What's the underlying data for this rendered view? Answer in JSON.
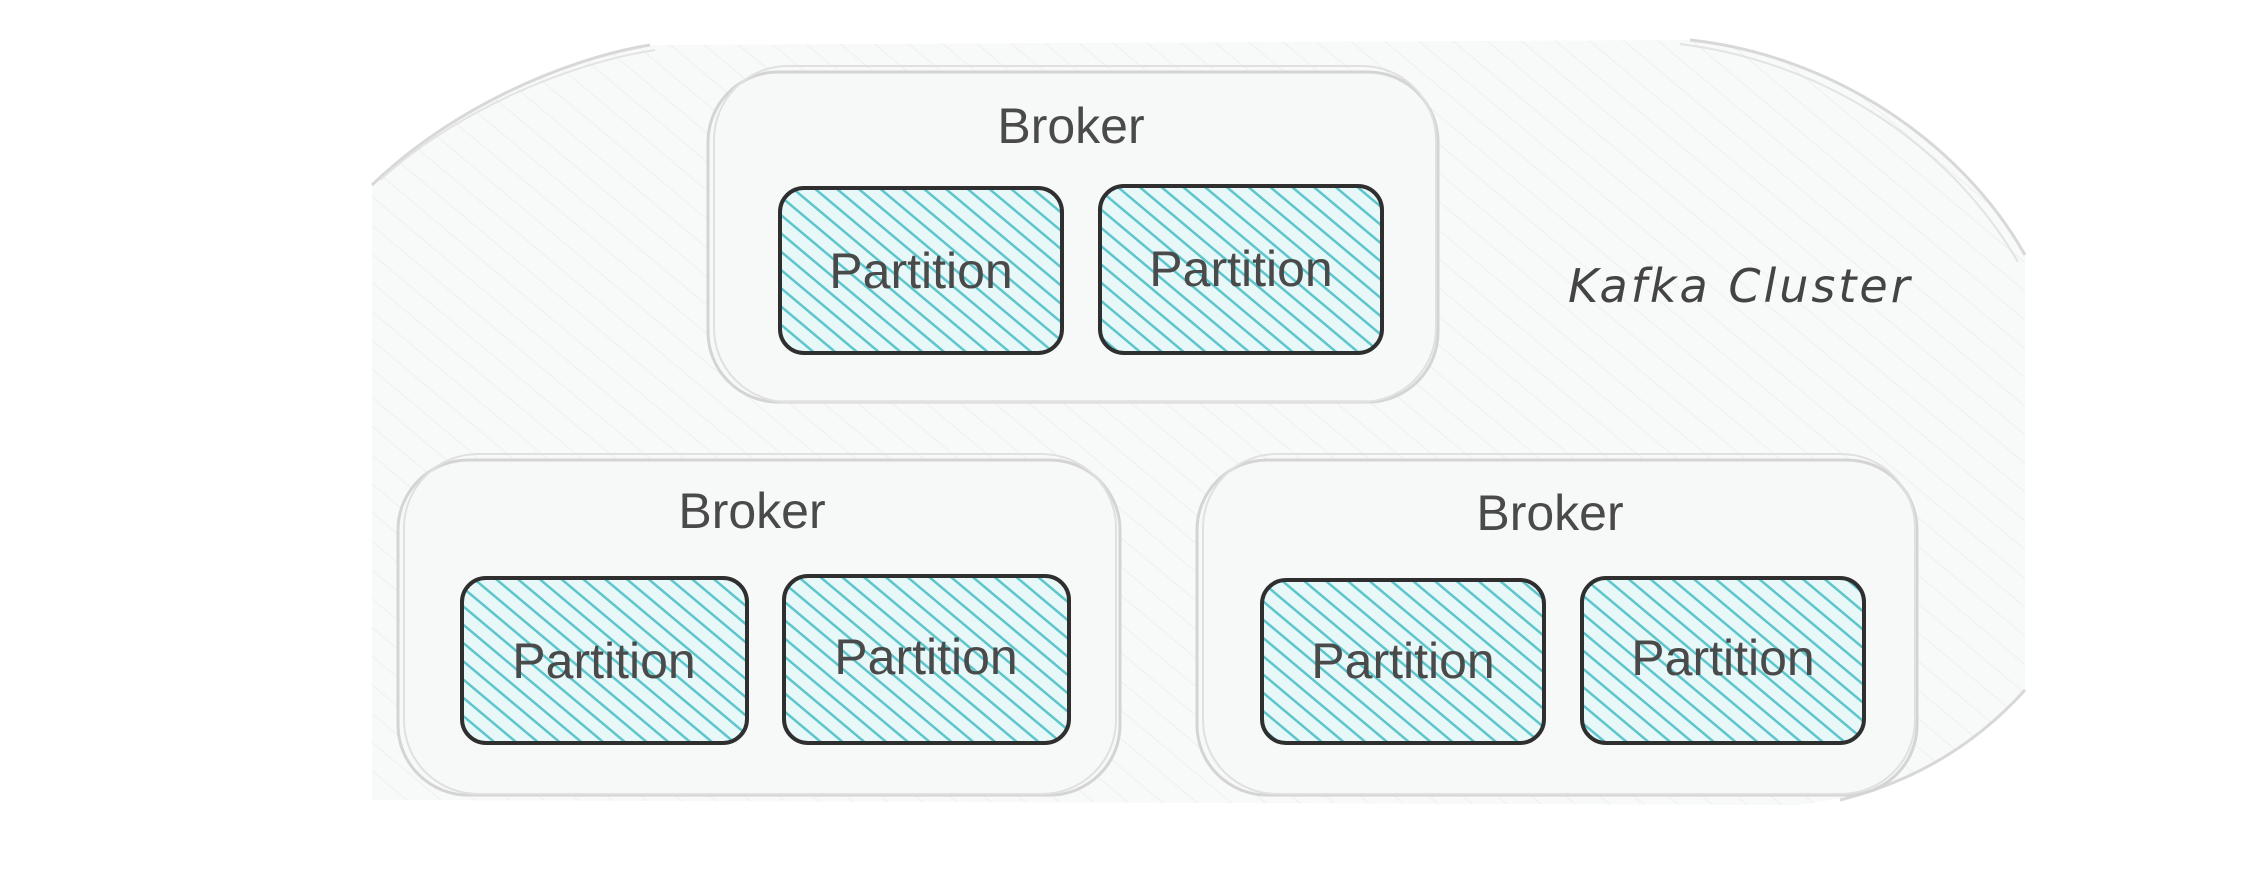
{
  "cluster": {
    "label": "Kafka Cluster",
    "fill_color": "#f8f9f9",
    "stroke_color": "#d8d8d8"
  },
  "brokers": [
    {
      "label": "Broker",
      "partitions": [
        "Partition",
        "Partition"
      ]
    },
    {
      "label": "Broker",
      "partitions": [
        "Partition",
        "Partition"
      ]
    },
    {
      "label": "Broker",
      "partitions": [
        "Partition",
        "Partition"
      ]
    }
  ],
  "colors": {
    "partition_hatch": "#5cc6cc",
    "partition_fill": "#e8f7f8",
    "partition_stroke": "#2f2f2f",
    "broker_stroke": "#d4d4d4",
    "text": "#4a4a4a"
  }
}
